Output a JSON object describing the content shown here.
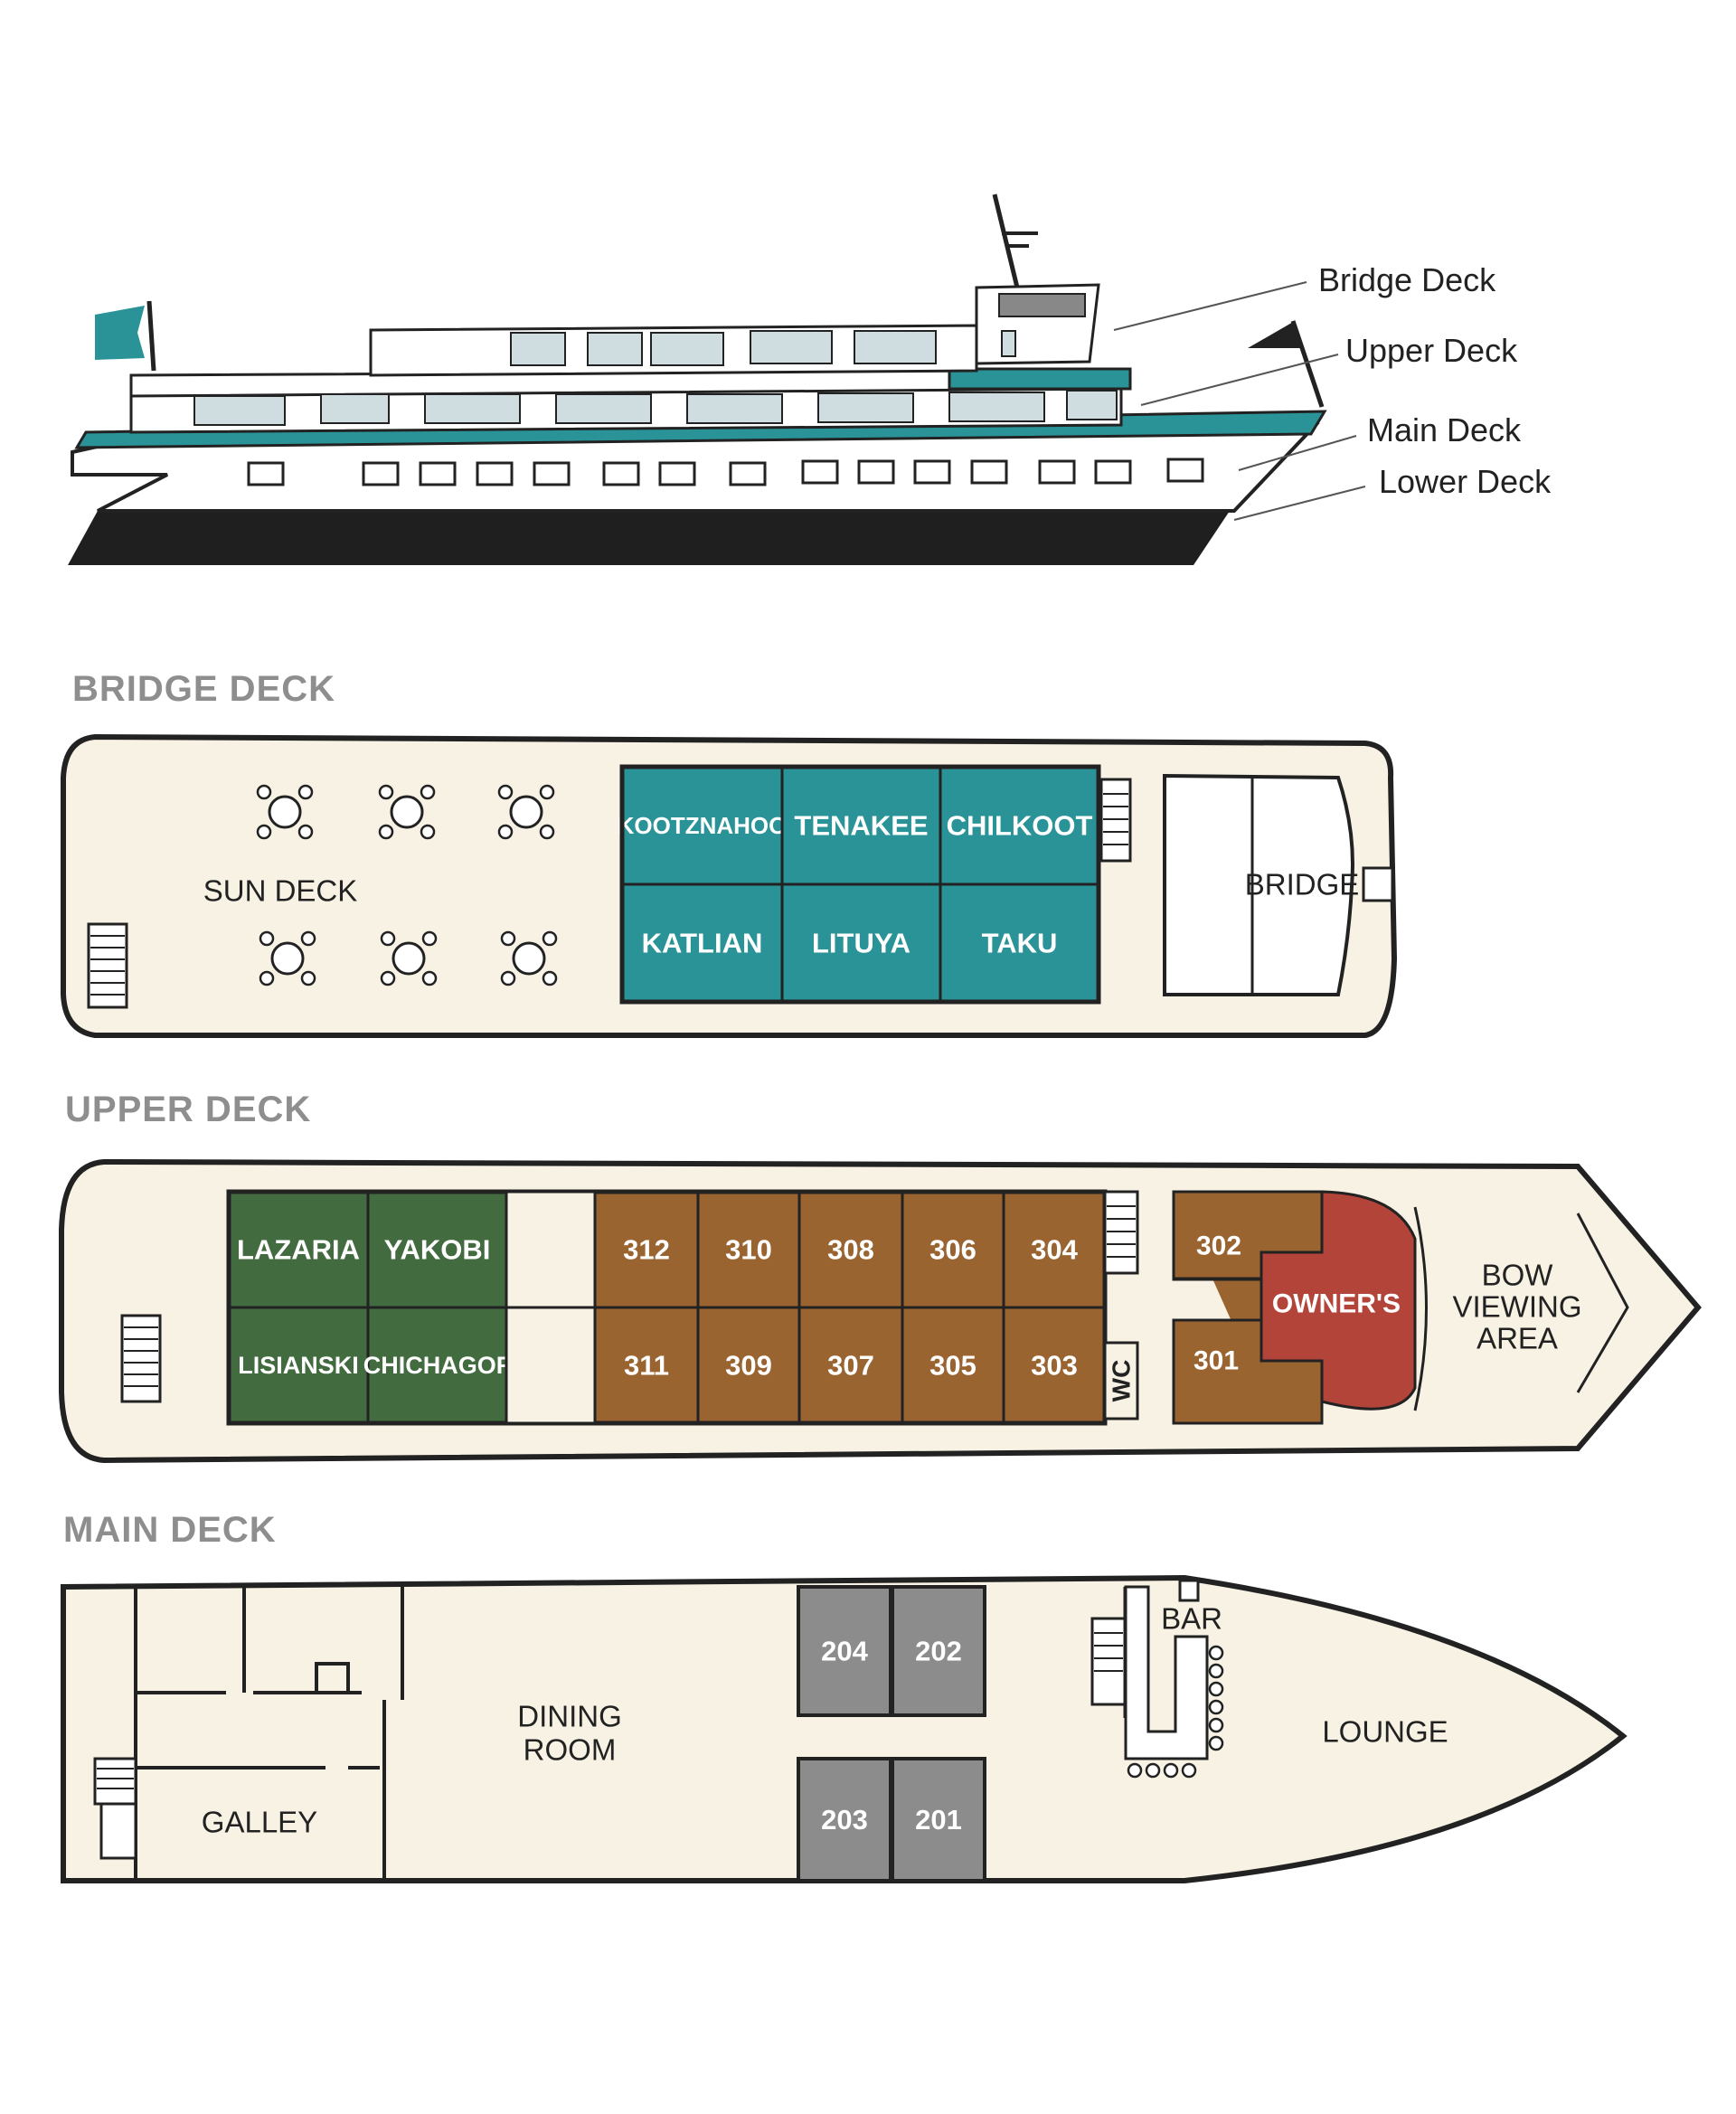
{
  "colors": {
    "teal": "#2a9398",
    "green": "#436b40",
    "brown": "#9a6431",
    "red": "#b3443a",
    "gray": "#8c8c8c",
    "cream": "#f7f2e3",
    "dark": "#222222",
    "title_gray": "#8e8e8e"
  },
  "profile": {
    "legend": [
      "Bridge Deck",
      "Upper Deck",
      "Main Deck",
      "Lower Deck"
    ]
  },
  "bridge_deck": {
    "title": "BRIDGE DECK",
    "sun_deck": "SUN DECK",
    "bridge": "BRIDGE",
    "cabins": [
      "KOOTZNAHOO",
      "TENAKEE",
      "CHILKOOT",
      "KATLIAN",
      "LITUYA",
      "TAKU"
    ]
  },
  "upper_deck": {
    "title": "UPPER DECK",
    "green_cabins": [
      "LAZARIA",
      "YAKOBI",
      "LISIANSKI",
      "CHICHAGOF"
    ],
    "brown_top": [
      "312",
      "310",
      "308",
      "306",
      "304"
    ],
    "brown_bottom": [
      "311",
      "309",
      "307",
      "305",
      "303"
    ],
    "fwd_top": "302",
    "fwd_bottom": "301",
    "owners": "OWNER'S",
    "wc": "WC",
    "bow_area": [
      "BOW",
      "VIEWING",
      "AREA"
    ]
  },
  "main_deck": {
    "title": "MAIN DECK",
    "dining": [
      "DINING",
      "ROOM"
    ],
    "galley": "GALLEY",
    "bar": "BAR",
    "lounge": "LOUNGE",
    "cabins": [
      "204",
      "202",
      "203",
      "201"
    ]
  }
}
